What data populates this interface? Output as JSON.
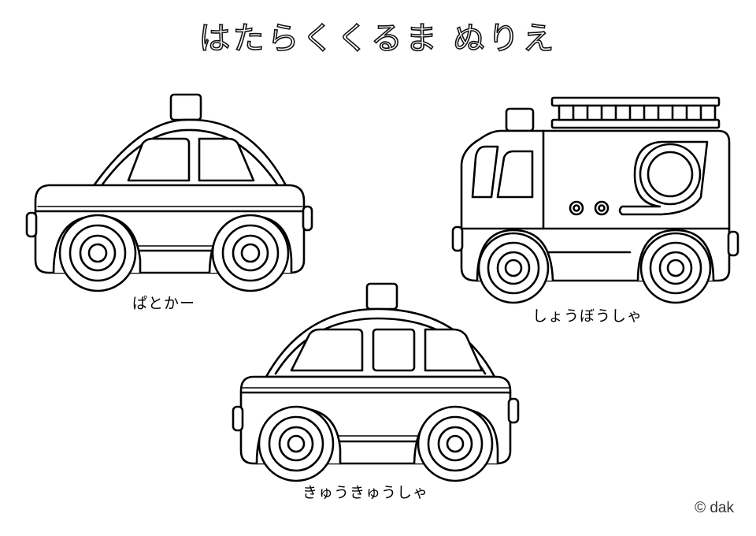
{
  "page": {
    "title": "はたらくくるま ぬりえ",
    "copyright": "© dak"
  },
  "vehicles": [
    {
      "label": "ぱとかー",
      "icon": "police-car-icon"
    },
    {
      "label": "しょうぼうしゃ",
      "icon": "fire-truck-icon"
    },
    {
      "label": "きゅうきゅうしゃ",
      "icon": "ambulance-icon"
    }
  ],
  "colors": {
    "line": "#000000",
    "background": "#ffffff"
  }
}
